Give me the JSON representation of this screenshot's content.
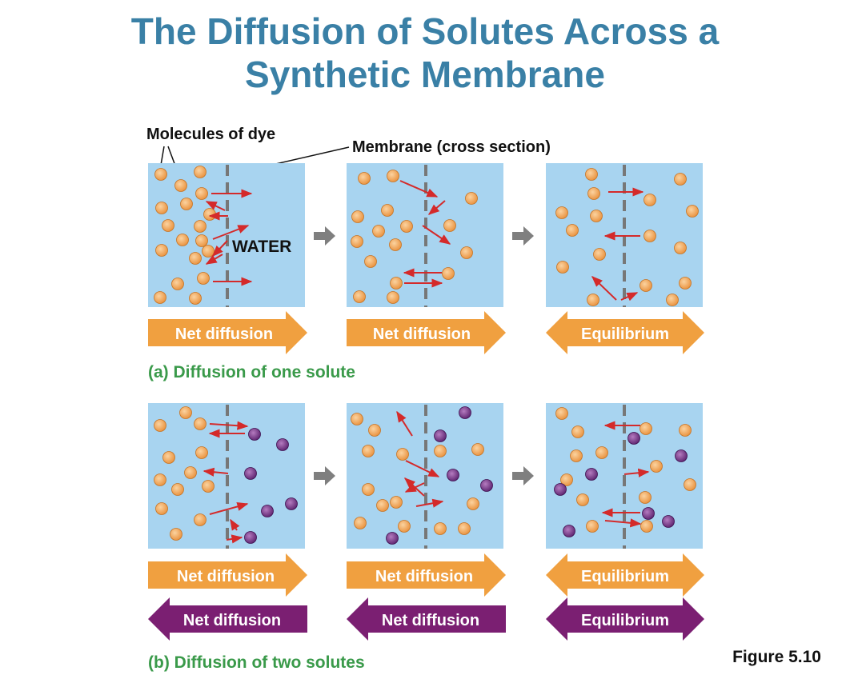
{
  "title_line1": "The Diffusion of Solutes Across a",
  "title_line2": "Synthetic Membrane",
  "labels": {
    "molecules": "Molecules of dye",
    "membrane": "Membrane (cross section)",
    "water": "WATER"
  },
  "part_a": {
    "caption": "(a) Diffusion of one solute",
    "arrows": [
      "Net diffusion",
      "Net diffusion",
      "Equilibrium"
    ]
  },
  "part_b": {
    "caption": "(b) Diffusion of two solutes",
    "orange_arrows": [
      "Net diffusion",
      "Net diffusion",
      "Equilibrium"
    ],
    "purple_arrows": [
      "Net diffusion",
      "Net diffusion",
      "Equilibrium"
    ]
  },
  "figure_label": "Figure 5.10",
  "colors": {
    "title": "#3a80a6",
    "water": "#a8d4f0",
    "membrane": "#777777",
    "orange_molecule": "#f2a55c",
    "purple_molecule": "#7a3a8a",
    "orange_arrow": "#f0a040",
    "purple_arrow": "#7b1f72",
    "red_arrow": "#d42a2a",
    "caption": "#3a9a4a",
    "step_arrow": "#7f7f7f"
  }
}
